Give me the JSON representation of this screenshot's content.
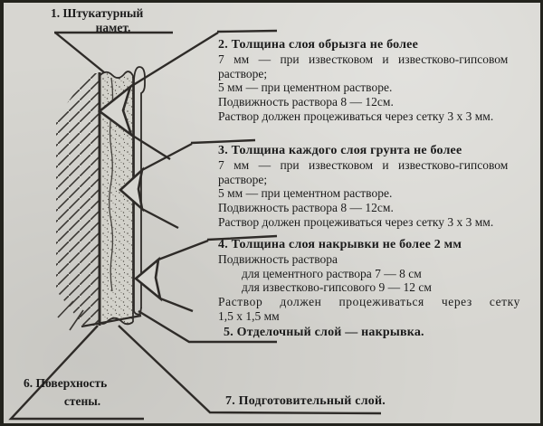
{
  "colors": {
    "paper": "#d7d6d1",
    "ink": "#1b1b1b",
    "line": "#2e2b28"
  },
  "callout1": {
    "line1": "1. Штукатурный",
    "line2": "намет."
  },
  "callout2": {
    "heading": "2. Толщина слоя обрызга не более",
    "lines": [
      "7 мм — при известковом и известково-гипсовом",
      "растворе;",
      "5 мм — при цементном растворе.",
      "Подвижность раствора 8 — 12см.",
      "Раствор должен процеживаться через сетку 3 х 3 мм."
    ]
  },
  "callout3": {
    "heading": "3.  Толщина каждого слоя грунта не более",
    "lines": [
      "7 мм — при известковом и известково-гипсовом",
      "растворе;",
      "5 мм — при цементном растворе.",
      "Подвижность раствора 8 — 12см.",
      "Раствор должен процеживаться через сетку 3 х 3 мм."
    ]
  },
  "callout4": {
    "heading": "4.  Толщина слоя накрывки не более 2 мм",
    "lines": [
      "Подвижность раствора",
      "для цементного раствора 7 — 8 см",
      "для известково-гипсового  9 — 12 см",
      "Раствор должен процеживаться через сетку",
      "1,5 х 1,5 мм"
    ]
  },
  "callout5": {
    "text": "5. Отделочный слой — накрывка."
  },
  "callout6": {
    "line1": "6. Поверхность",
    "line2": "стены."
  },
  "callout7": {
    "text": "7. Подготовительный слой."
  }
}
